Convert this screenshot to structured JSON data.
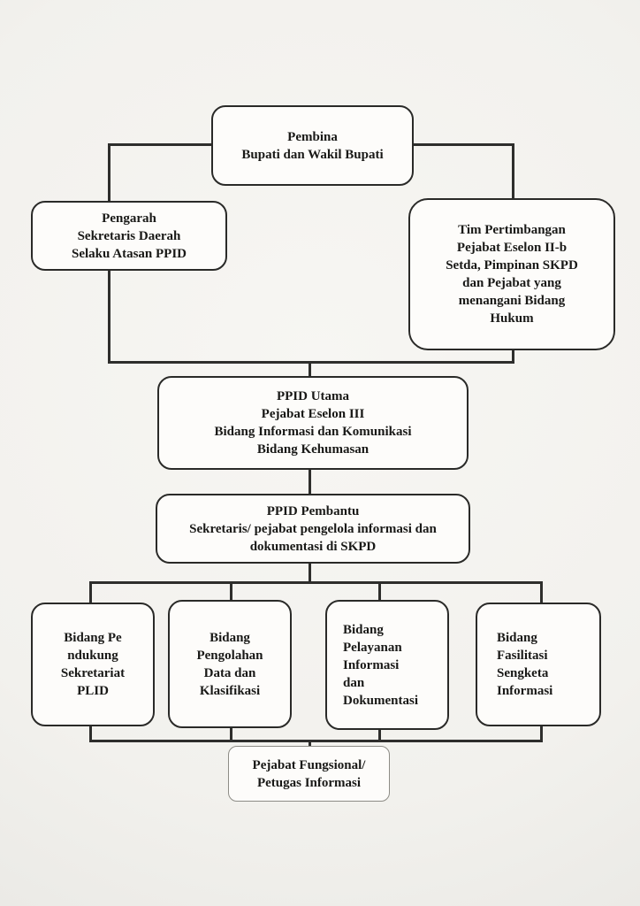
{
  "palette": {
    "page_background": "#f4f3f0",
    "box_fill": "#fdfcfa",
    "box_border": "#2a2a28",
    "connector": "#2e2e2c",
    "text": "#191917"
  },
  "nodes": {
    "pembina": {
      "lines": [
        "Pembina",
        "Bupati dan Wakil Bupati"
      ]
    },
    "pengarah": {
      "lines": [
        "Pengarah",
        "Sekretaris Daerah",
        "Selaku Atasan PPID"
      ]
    },
    "tim_pertimbangan": {
      "lines": [
        "Tim Pertimbangan",
        "Pejabat Eselon II-b",
        "Setda, Pimpinan SKPD",
        "dan Pejabat yang",
        "menangani Bidang",
        "Hukum"
      ]
    },
    "ppid_utama": {
      "lines": [
        "PPID Utama",
        "Pejabat Eselon III",
        "Bidang Informasi dan Komunikasi",
        "Bidang Kehumasan"
      ]
    },
    "ppid_pembantu": {
      "lines": [
        "PPID Pembantu",
        "Sekretaris/ pejabat pengelola informasi dan",
        "dokumentasi di SKPD"
      ]
    },
    "bidang_pendukung": {
      "lines": [
        "Bidang Pe",
        "ndukung",
        "Sekretariat",
        "PLID"
      ]
    },
    "bidang_pengolahan": {
      "lines": [
        "Bidang",
        "Pengolahan",
        "Data dan",
        "Klasifikasi"
      ]
    },
    "bidang_pelayanan": {
      "lines": [
        "Bidang",
        "Pelayanan",
        "Informasi",
        "dan",
        "Dokumentasi"
      ]
    },
    "bidang_fasilitasi": {
      "lines": [
        "Bidang",
        "Fasilitasi",
        "Sengketa",
        "Informasi"
      ]
    },
    "pejabat_fungsional": {
      "lines": [
        "Pejabat Fungsional/",
        "Petugas Informasi"
      ]
    }
  }
}
